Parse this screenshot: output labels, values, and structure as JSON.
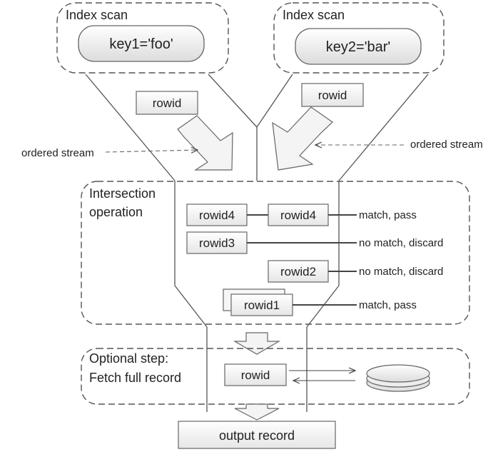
{
  "index_scan_left": {
    "title": "Index scan",
    "key": "key1='foo'"
  },
  "index_scan_right": {
    "title": "Index scan",
    "key": "key2='bar'"
  },
  "stream_left": {
    "token": "rowid",
    "label": "ordered stream"
  },
  "stream_right": {
    "token": "rowid",
    "label": "ordered stream"
  },
  "intersection": {
    "title_line1": "Intersection",
    "title_line2": "operation",
    "rows": [
      {
        "left": "rowid4",
        "right": "rowid4",
        "result": "match, pass"
      },
      {
        "left": "rowid3",
        "result": "no match, discard"
      },
      {
        "right": "rowid2",
        "result": "no match, discard"
      },
      {
        "merged": "rowid1",
        "result": "match, pass"
      }
    ]
  },
  "fetch": {
    "title_line1": "Optional step:",
    "title_line2": "Fetch full record",
    "token": "rowid"
  },
  "output": {
    "label": "output record"
  },
  "colors": {
    "box_fill": "#f2f2f2",
    "stroke": "#555555",
    "dash": "#666666"
  }
}
